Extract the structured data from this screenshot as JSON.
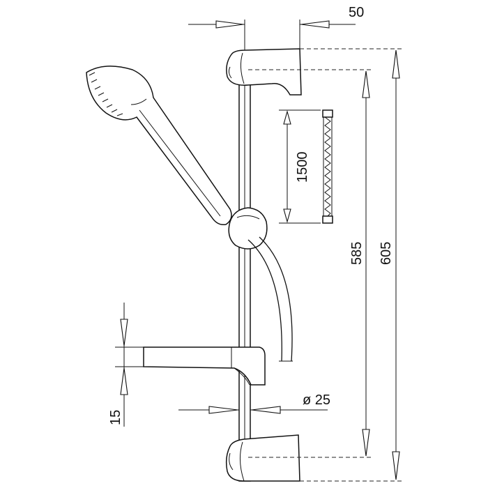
{
  "drawing": {
    "subject": "shower-rail-set",
    "dimensions": {
      "bracket_width": "50",
      "hose_length": "1500",
      "rail_fixing_distance": "585",
      "overall_height": "605",
      "rail_diameter": "ø 25",
      "soap_dish_thickness": "15"
    }
  }
}
